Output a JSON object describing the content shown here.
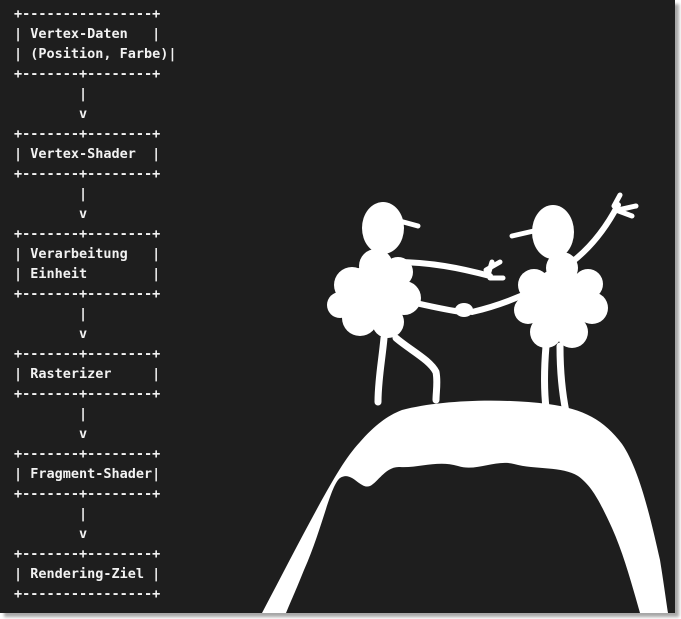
{
  "diagram": {
    "lines": [
      "+----------------+",
      "| Vertex-Daten   |",
      "| (Position, Farbe)|",
      "+-------+--------+",
      "        |",
      "        v",
      "+-------+--------+",
      "| Vertex-Shader  |",
      "+-------+--------+",
      "        |",
      "        v",
      "+-------+--------+",
      "| Verarbeitung   |",
      "| Einheit        |",
      "+-------+--------+",
      "        |",
      "        v",
      "+-------+--------+",
      "| Rasterizer     |",
      "+-------+--------+",
      "        |",
      "        v",
      "+-------+--------+",
      "| Fragment-Shader|",
      "+-------+--------+",
      "        |",
      "        v",
      "+-------+--------+",
      "| Rendering-Ziel |",
      "+----------------+"
    ]
  },
  "colors": {
    "background": "#1e1e1e",
    "foreground": "#f2f2f2",
    "illustration": "#ffffff"
  }
}
